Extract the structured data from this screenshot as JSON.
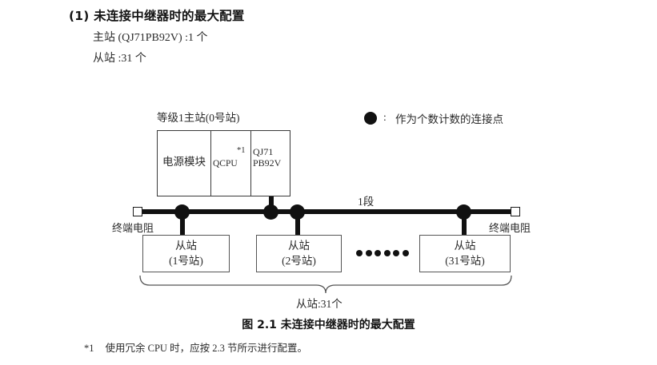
{
  "section": {
    "title": "(1) 未连接中继器时的最大配置",
    "specs": [
      "主站 (QJ71PB92V) :1 个",
      "从站 :31 个"
    ]
  },
  "legend": {
    "symbol": "filled-circle",
    "separator": ":",
    "text": "作为个数计数的连接点"
  },
  "diagram": {
    "master": {
      "label": "等级1主站(0号站)",
      "cells": [
        {
          "name": "power-module",
          "text": "电源模块"
        },
        {
          "name": "qcpu",
          "text": "QCPU",
          "note": "*1"
        },
        {
          "name": "qj71pb92v",
          "line1": "QJ71",
          "line2": "PB92V"
        }
      ]
    },
    "bus": {
      "segment_label": "1段",
      "terminator_left": "终端电阻",
      "terminator_right": "终端电阻",
      "node_count": 4
    },
    "slaves": [
      {
        "title": "从站",
        "station": "(1号站)"
      },
      {
        "title": "从站",
        "station": "(2号站)"
      },
      {
        "title": "从站",
        "station": "(31号站)"
      }
    ],
    "ellipsis_dot_count": 6,
    "brace_label": "从站:31个"
  },
  "caption": "图 2.1  未连接中继器时的最大配置",
  "footnote": {
    "mark": "*1",
    "text": "使用冗余 CPU 时，应按 2.3 节所示进行配置。"
  },
  "colors": {
    "ink": "#1a1a1a",
    "body_text": "#2b2b2b",
    "line": "#111111",
    "box_border": "#555555"
  }
}
